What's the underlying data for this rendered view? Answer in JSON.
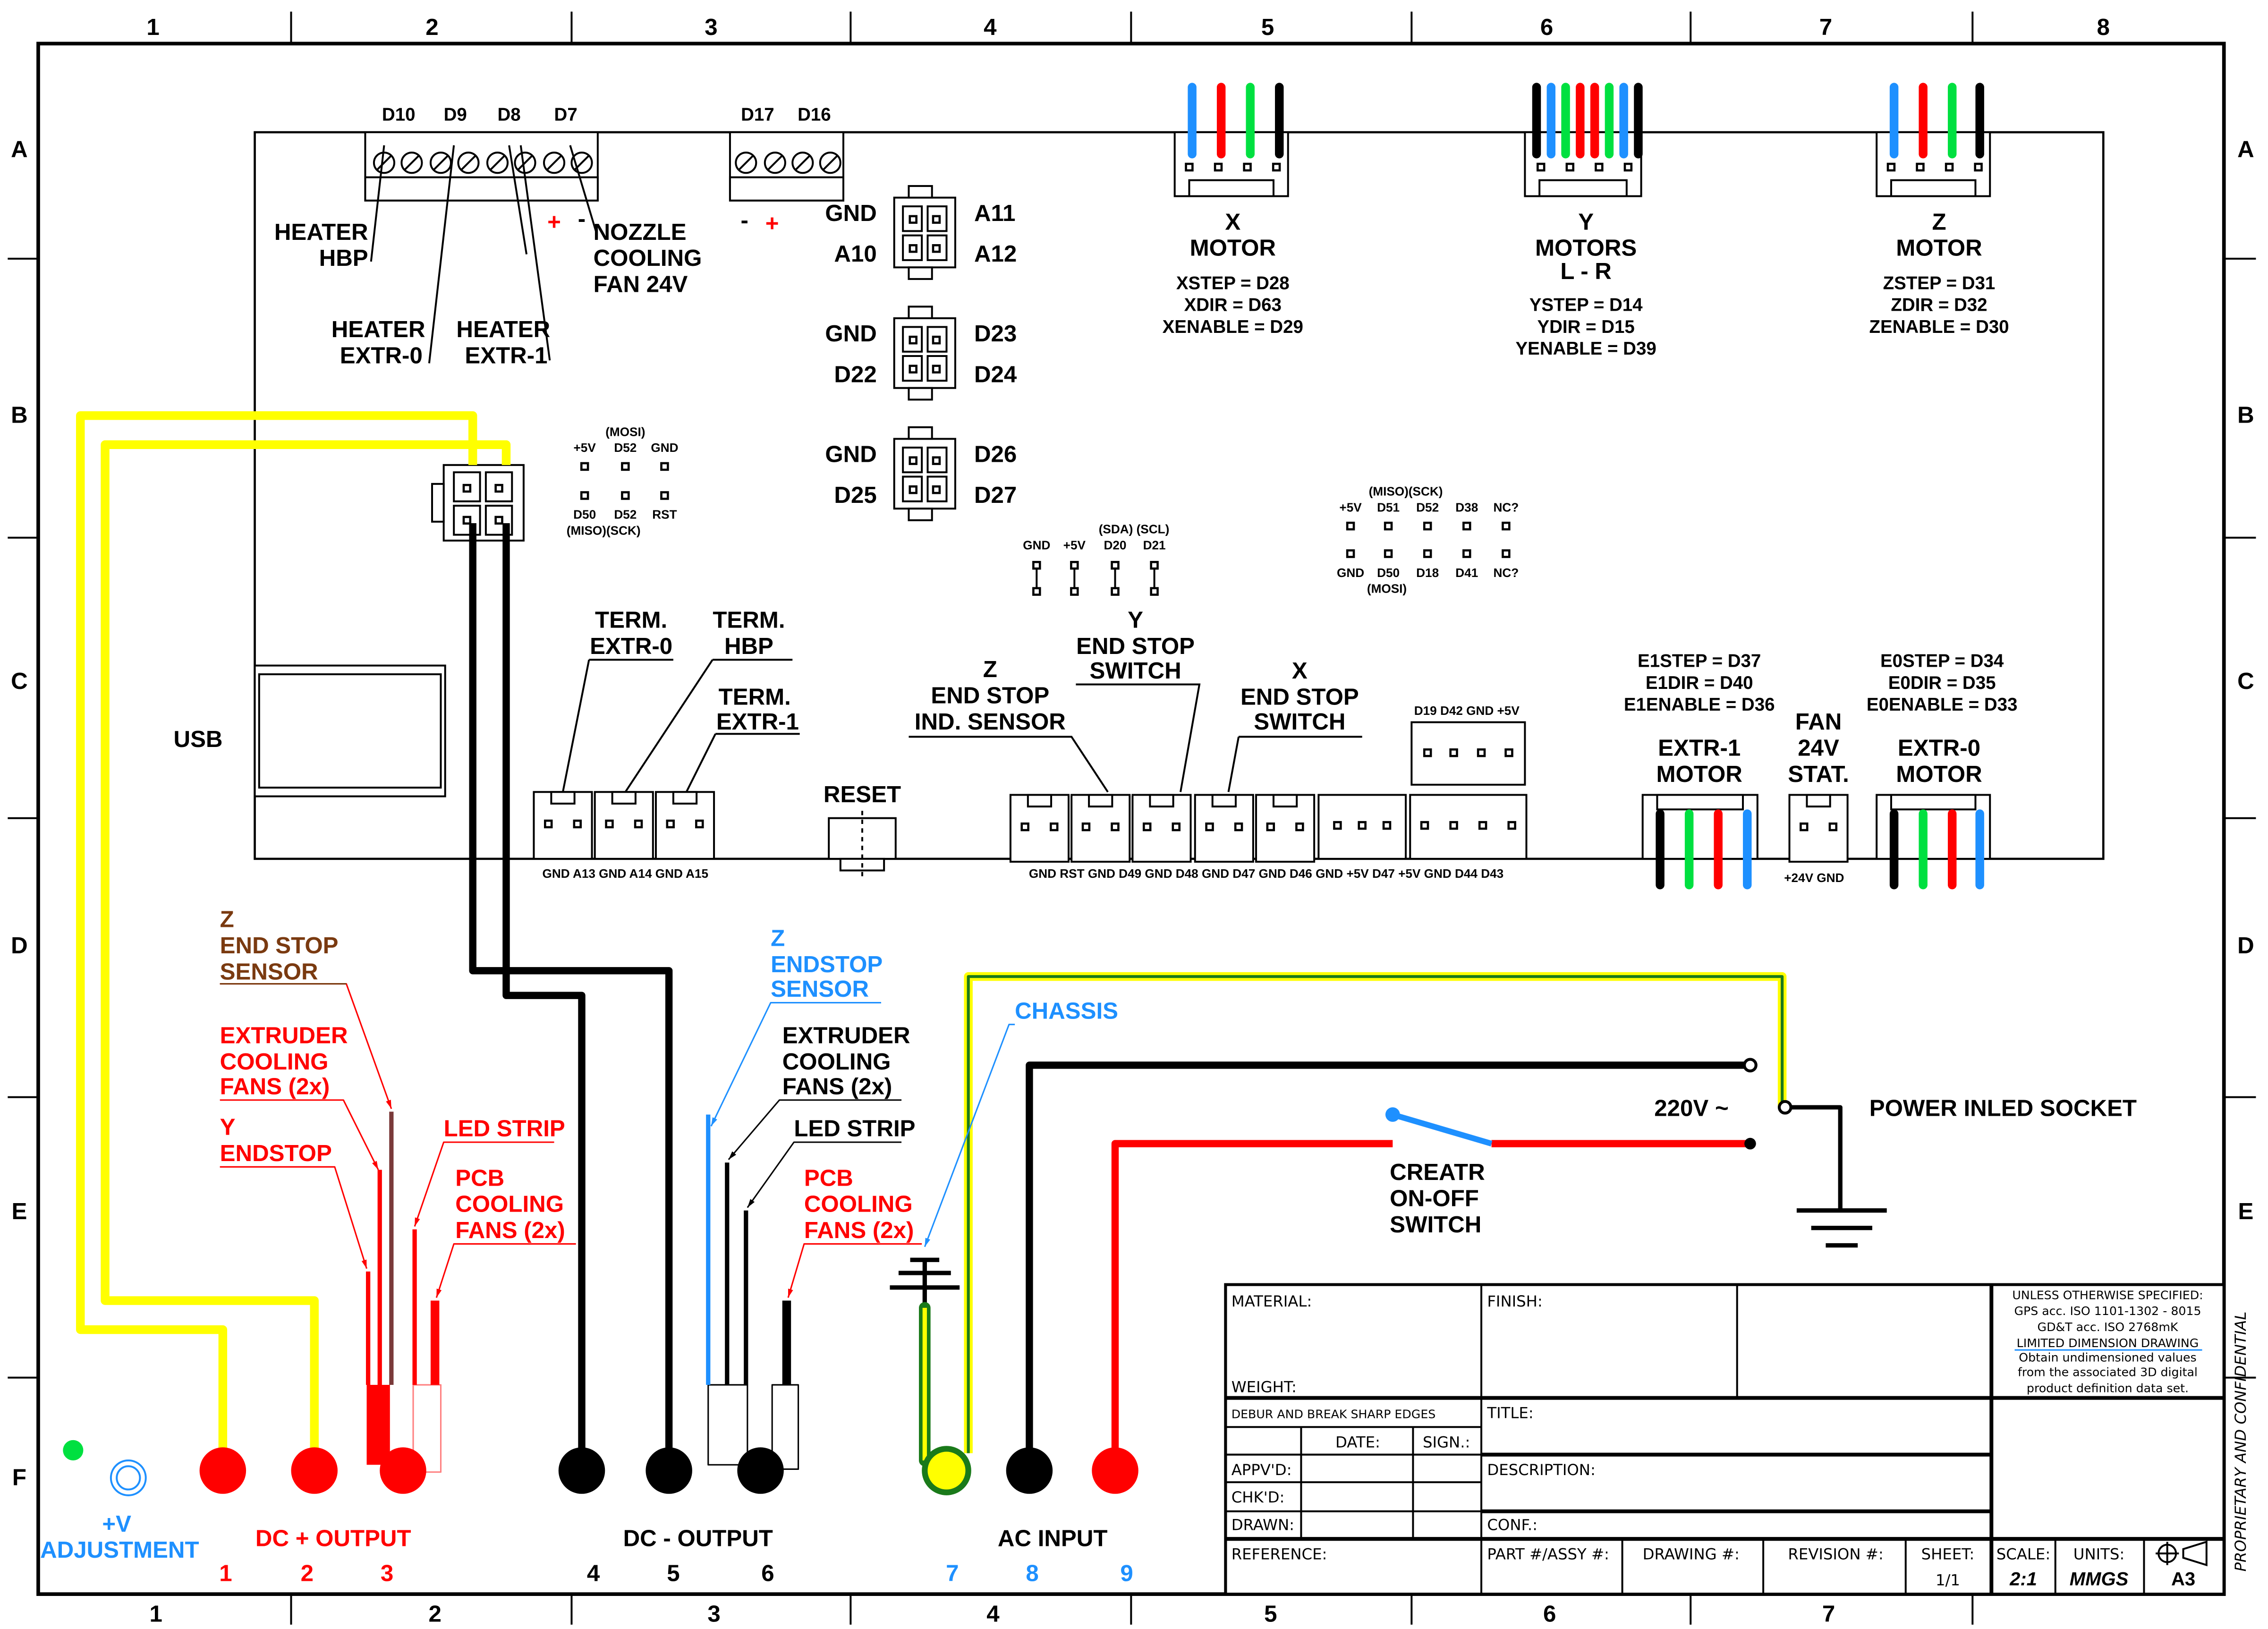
{
  "frame": {
    "columns": [
      "1",
      "2",
      "3",
      "4",
      "5",
      "6",
      "7",
      "8"
    ],
    "rows": [
      "A",
      "B",
      "C",
      "D",
      "E",
      "F"
    ]
  },
  "colors": {
    "red": "#ff0000",
    "black": "#000000",
    "blue": "#1e90ff",
    "green": "#00e040",
    "yellow": "#ffff00",
    "brown": "#7a3a10",
    "chassis_green": "#1a7a1a"
  },
  "board": {
    "terminal_a": [
      "D10",
      "D9",
      "D8",
      "D7"
    ],
    "terminal_b": [
      "D17",
      "D16"
    ],
    "plus": "+",
    "minus": "-",
    "heater_hbp": [
      "HEATER",
      "HBP"
    ],
    "nozzle_fan": [
      "NOZZLE",
      "COOLING",
      "FAN 24V"
    ],
    "heater_extr0": [
      "HEATER",
      "EXTR-0"
    ],
    "heater_extr1": [
      "HEATER",
      "EXTR-1"
    ],
    "molex1": {
      "tl": "GND",
      "tr": "A11",
      "bl": "A10",
      "br": "A12"
    },
    "molex2": {
      "tl": "GND",
      "tr": "D23",
      "bl": "D22",
      "br": "D24"
    },
    "molex3": {
      "tl": "GND",
      "tr": "D26",
      "bl": "D25",
      "br": "D27"
    },
    "x_motor": {
      "title": [
        "X",
        "MOTOR"
      ],
      "pins": [
        "XSTEP = D28",
        "XDIR = D63",
        "XENABLE = D29"
      ]
    },
    "y_motor": {
      "title": [
        "Y",
        "MOTORS",
        "L   -   R"
      ],
      "pins": [
        "YSTEP = D14",
        "YDIR = D15",
        "YENABLE = D39"
      ]
    },
    "z_motor": {
      "title": [
        "Z",
        "MOTOR"
      ],
      "pins": [
        "ZSTEP = D31",
        "ZDIR = D32",
        "ZENABLE = D30"
      ]
    },
    "icsp_left": {
      "top_note": "(MOSI)",
      "top": [
        "+5V",
        "D52",
        "GND"
      ],
      "bottom": [
        "D50",
        "D52",
        "RST"
      ],
      "bottom_note": "(MISO)(SCK)"
    },
    "icsp_right": {
      "top_note": "(MISO)(SCK)",
      "top": [
        "+5V",
        "D51",
        "D52",
        "D38",
        "NC?"
      ],
      "bottom": [
        "GND",
        "D50",
        "D18",
        "D41",
        "NC?"
      ],
      "bottom_note": "(MOSI)"
    },
    "i2c": {
      "note": "(SDA) (SCL)",
      "pins": [
        "GND",
        "+5V",
        "D20",
        "D21"
      ]
    },
    "usb": "USB",
    "term_extr0": [
      "TERM.",
      "EXTR-0"
    ],
    "term_hbp": [
      "TERM.",
      "HBP"
    ],
    "term_extr1": [
      "TERM.",
      "EXTR-1"
    ],
    "therm_pins": "GND A13 GND A14 GND A15",
    "reset": "RESET",
    "z_endstop": [
      "Z",
      "END STOP",
      "IND. SENSOR"
    ],
    "y_endstop": [
      "Y",
      "END STOP",
      "SWITCH"
    ],
    "x_endstop": [
      "X",
      "END STOP",
      "SWITCH"
    ],
    "aux_header": "D19 D42 GND +5V",
    "endstop_pins": "GND RST GND D49 GND D48 GND D47 GND D46 GND +5V D47 +5V GND D44 D43",
    "e1_motor": {
      "pins": [
        "E1STEP = D37",
        "E1DIR = D40",
        "E1ENABLE = D36"
      ],
      "title": [
        "EXTR-1",
        "MOTOR"
      ]
    },
    "fan": [
      "FAN",
      "24V",
      "STAT."
    ],
    "fan_pins": "+24V GND",
    "e0_motor": {
      "pins": [
        "E0STEP = D34",
        "E0DIR = D35",
        "E0ENABLE = D33"
      ],
      "title": [
        "EXTR-0",
        "MOTOR"
      ]
    }
  },
  "wiring": {
    "z_endstop_sensor_red": [
      "Z",
      "END STOP",
      "SENSOR"
    ],
    "extruder_fans_red": [
      "EXTRUDER",
      "COOLING",
      "FANS (2x)"
    ],
    "y_endstop": [
      "Y",
      "ENDSTOP"
    ],
    "led_strip_red": "LED STRIP",
    "pcb_fans_red": [
      "PCB",
      "COOLING",
      "FANS (2x)"
    ],
    "z_endstop_sensor_blue": [
      "Z",
      "ENDSTOP",
      "SENSOR"
    ],
    "extruder_fans_black": [
      "EXTRUDER",
      "COOLING",
      "FANS (2x)"
    ],
    "led_strip_black": "LED STRIP",
    "pcb_fans_black": [
      "PCB",
      "COOLING",
      "FANS (2x)"
    ],
    "chassis": "CHASSIS",
    "voltage": "220V ~",
    "power_socket": "POWER INLED SOCKET",
    "switch": [
      "CREATR",
      "ON-OFF",
      "SWITCH"
    ],
    "adjustment": [
      "+V",
      "ADJUSTMENT"
    ],
    "dc_plus": "DC + OUTPUT",
    "dc_minus": "DC - OUTPUT",
    "ac_input": "AC INPUT",
    "terminals": [
      "1",
      "2",
      "3",
      "4",
      "5",
      "6",
      "7",
      "8",
      "9"
    ]
  },
  "title_block": {
    "material": "MATERIAL:",
    "weight": "WEIGHT:",
    "finish": "FINISH:",
    "notes": [
      "UNLESS OTHERWISE SPECIFIED:",
      "GPS acc. ISO 1101-1302 - 8015",
      "GD&T acc. ISO 2768mK",
      "LIMITED DIMENSION DRAWING",
      "Obtain undimensioned values",
      "from the associated 3D digital",
      "product definition data set."
    ],
    "debur": "DEBUR AND BREAK SHARP EDGES",
    "date": "DATE:",
    "sign": "SIGN.:",
    "appvd": "APPV'D:",
    "chkd": "CHK'D:",
    "drawn": "DRAWN:",
    "reference": "REFERENCE:",
    "title": "TITLE:",
    "description": "DESCRIPTION:",
    "conf": "CONF.:",
    "part": "PART #/ASSY #:",
    "drawing": "DRAWING #:",
    "revision": "REVISION #:",
    "sheet_label": "SHEET:",
    "sheet": "1/1",
    "scale_label": "SCALE:",
    "scale": "2:1",
    "units_label": "UNITS:",
    "units": "MMGS",
    "size": "A3",
    "confidential": "PROPRIETARY AND CONFIDENTIAL"
  }
}
